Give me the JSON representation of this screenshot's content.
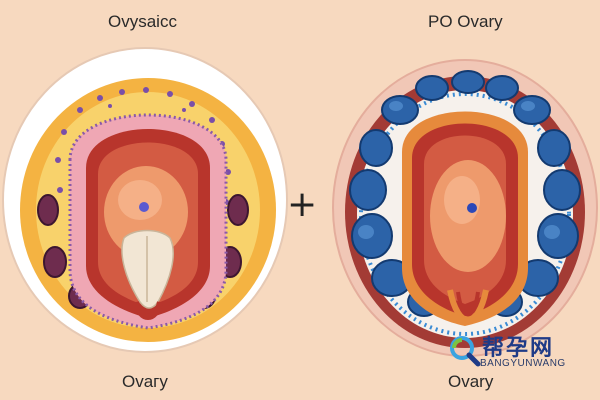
{
  "labels": {
    "left_title": "Ovysaicc",
    "right_title": "PO Ovary",
    "left_caption": "Ovaгy",
    "right_caption": "Ovary",
    "plus": "+"
  },
  "watermark": {
    "chinese": "帮孕网",
    "english": "BANGYUNWANG"
  },
  "icons": {
    "watermark_logo": "magnifier-logo-icon"
  },
  "colors": {
    "background": "#f7d9bf",
    "cyst_blue": "#2c63a8",
    "tissue_red": "#c84a3a",
    "core_orange": "#e98a5a"
  }
}
